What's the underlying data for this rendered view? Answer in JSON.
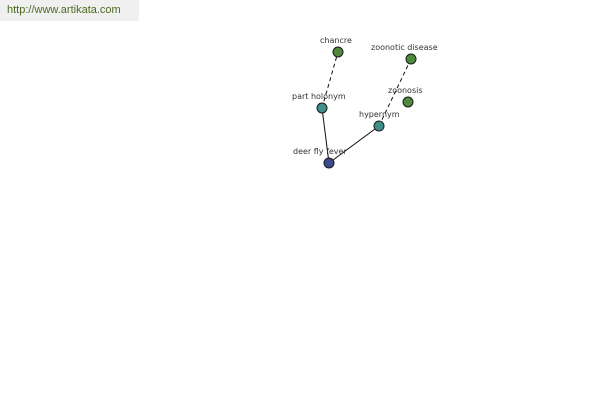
{
  "banner": {
    "url_text": "http://www.artikata.com",
    "text_color": "#4a6a1f",
    "background": "#f0f0f0"
  },
  "graph": {
    "nodes": [
      {
        "id": "deer-fly-fever",
        "label": "deer fly fever",
        "color": "#3c4a8c"
      },
      {
        "id": "part-holonym",
        "label": "part holonym",
        "color": "#3f8f8a"
      },
      {
        "id": "hypernym",
        "label": "hypernym",
        "color": "#3f8f8a"
      },
      {
        "id": "chancre",
        "label": "chancre",
        "color": "#4f8a3c"
      },
      {
        "id": "zoonotic-disease",
        "label": "zoonotic disease",
        "color": "#4f8a3c"
      },
      {
        "id": "zoonosis",
        "label": "zoonosis",
        "color": "#4f8a3c"
      }
    ],
    "edges": [
      {
        "from": "deer-fly-fever",
        "to": "part-holonym",
        "style": "solid"
      },
      {
        "from": "deer-fly-fever",
        "to": "hypernym",
        "style": "solid"
      },
      {
        "from": "part-holonym",
        "to": "chancre",
        "style": "dashed"
      },
      {
        "from": "hypernym",
        "to": "zoonotic-disease",
        "style": "dashed"
      }
    ]
  }
}
